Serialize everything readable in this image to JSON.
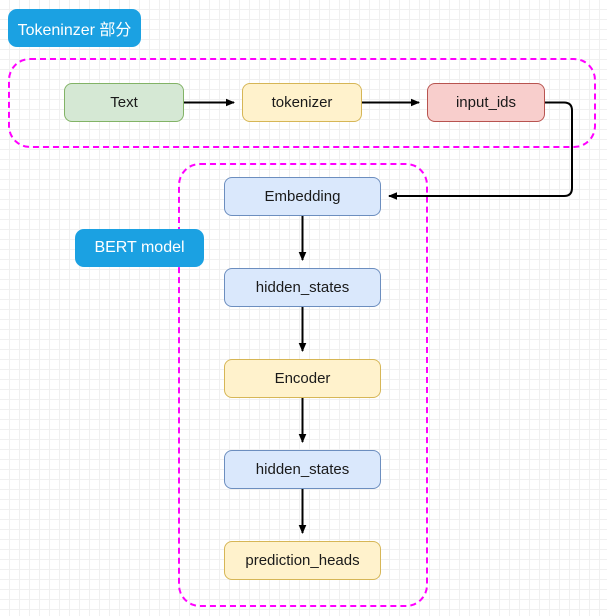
{
  "diagram": {
    "title_badges": [
      {
        "id": "tokenizer-section",
        "label": "Tokeninzer 部分",
        "color": "#1ba1e2",
        "text_color": "#ffffff"
      },
      {
        "id": "bert-model",
        "label": "BERT model",
        "color": "#1ba1e2",
        "text_color": "#ffffff"
      }
    ],
    "groups": [
      {
        "id": "tokenizer-group",
        "border_color": "#ff00ff",
        "style": "dashed"
      },
      {
        "id": "bert-group",
        "border_color": "#ff00ff",
        "style": "dashed"
      }
    ],
    "nodes": [
      {
        "id": "text",
        "label": "Text",
        "fill": "#d5e8d4",
        "stroke": "#82b366"
      },
      {
        "id": "tokenizer",
        "label": "tokenizer",
        "fill": "#fff2cc",
        "stroke": "#d6b656"
      },
      {
        "id": "input_ids",
        "label": "input_ids",
        "fill": "#f8cecc",
        "stroke": "#b85450"
      },
      {
        "id": "embedding",
        "label": "Embedding",
        "fill": "#dae8fc",
        "stroke": "#6c8ebf"
      },
      {
        "id": "hidden_states_1",
        "label": "hidden_states",
        "fill": "#dae8fc",
        "stroke": "#6c8ebf"
      },
      {
        "id": "encoder",
        "label": "Encoder",
        "fill": "#fff2cc",
        "stroke": "#d6b656"
      },
      {
        "id": "hidden_states_2",
        "label": "hidden_states",
        "fill": "#dae8fc",
        "stroke": "#6c8ebf"
      },
      {
        "id": "prediction_heads",
        "label": "prediction_heads",
        "fill": "#fff2cc",
        "stroke": "#d6b656"
      }
    ],
    "edges": [
      {
        "from": "text",
        "to": "tokenizer",
        "label": ""
      },
      {
        "from": "tokenizer",
        "to": "input_ids",
        "label": ""
      },
      {
        "from": "input_ids",
        "to": "embedding",
        "label": ""
      },
      {
        "from": "embedding",
        "to": "hidden_states_1",
        "label": ""
      },
      {
        "from": "hidden_states_1",
        "to": "encoder",
        "label": ""
      },
      {
        "from": "encoder",
        "to": "hidden_states_2",
        "label": ""
      },
      {
        "from": "hidden_states_2",
        "to": "prediction_heads",
        "label": ""
      }
    ],
    "edge_color": "#000000",
    "background": {
      "color": "#ffffff",
      "grid_minor": "#f0f0f0",
      "grid_major": "#d8d8d8"
    }
  }
}
